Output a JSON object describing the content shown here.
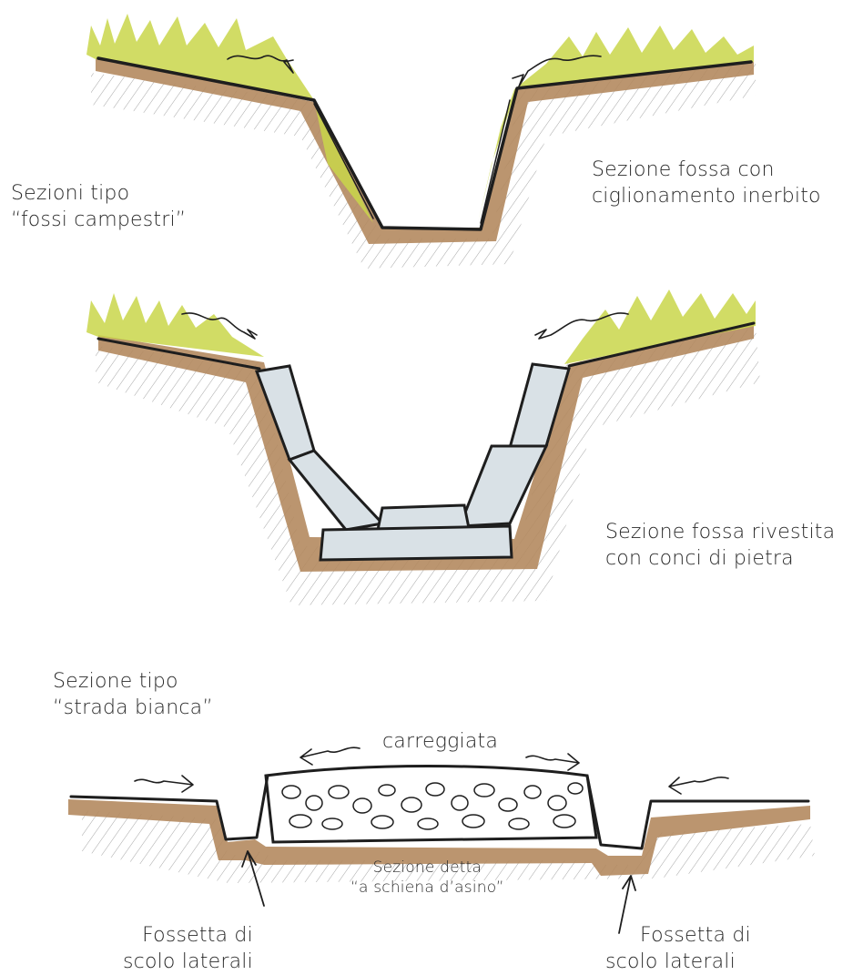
{
  "labels": {
    "section_type_ditches": [
      "Sezioni tipo",
      "“fossi campestri”"
    ],
    "grass_bank_ditch": [
      "Sezione fossa con",
      "ciglionamento inerbito"
    ],
    "stone_lined_ditch": [
      "Sezione fossa rivestita",
      "con conci di pietra"
    ],
    "section_type_road": [
      "Sezione tipo",
      "“strada bianca”"
    ],
    "carriageway": "carreggiata",
    "road_section_name": [
      "Sezione detta",
      "“a schiena d’asino”"
    ],
    "left_side_ditch": [
      "Fossetta di",
      "scolo laterali"
    ],
    "right_side_ditch": [
      "Fossetta di",
      "scolo laterali"
    ]
  },
  "colors": {
    "soil": "#b48a5f",
    "grass": "#c9d64a",
    "stone": "#d9e1e6",
    "ink": "#1e1e1e"
  }
}
